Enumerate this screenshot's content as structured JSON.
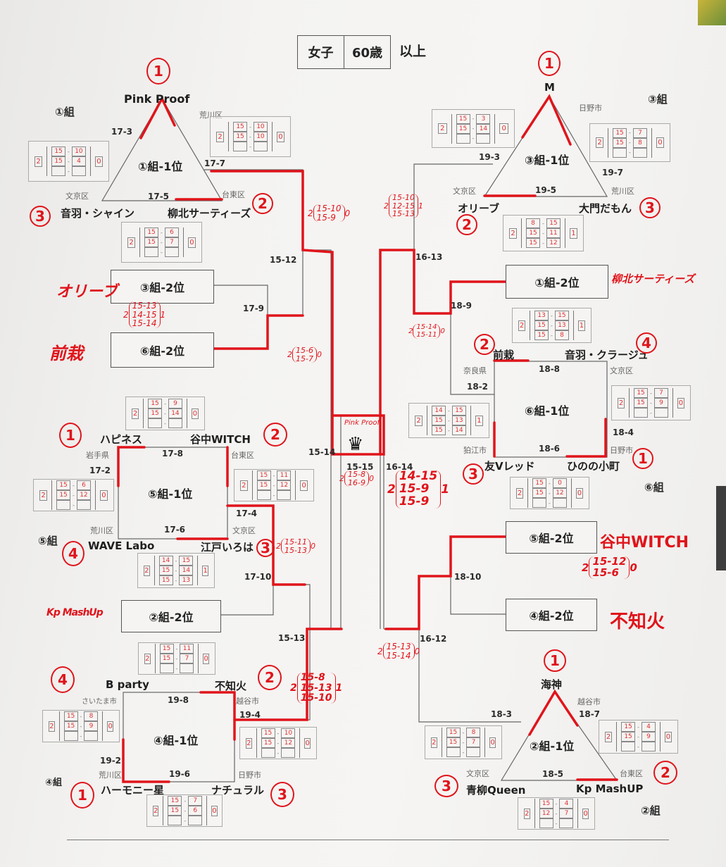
{
  "title": {
    "gender": "女子",
    "age": "60歳",
    "suffix": "以上"
  },
  "groups": {
    "g1": {
      "label": "①組",
      "position": "①組-1位",
      "teams": [
        {
          "name": "Pink  Proof",
          "city": "荒川区",
          "rank": "1"
        },
        {
          "name": "柳北サーティーズ",
          "city": "台東区",
          "rank": "2"
        },
        {
          "name": "音羽・シャイン",
          "city": "文京区",
          "rank": "3"
        }
      ],
      "matches": [
        "17-3",
        "17-7",
        "17-5"
      ],
      "scores": [
        {
          "l": "2",
          "sets": [
            [
              "15",
              "10"
            ],
            [
              "15",
              "4"
            ]
          ],
          "r": "0"
        },
        {
          "l": "2",
          "sets": [
            [
              "15",
              "10"
            ],
            [
              "15",
              "10"
            ]
          ],
          "r": "0"
        },
        {
          "l": "2",
          "sets": [
            [
              "15",
              "6"
            ],
            [
              "15",
              "7"
            ]
          ],
          "r": "0"
        }
      ]
    },
    "g3": {
      "label": "③組",
      "position": "③組-1位",
      "teams": [
        {
          "name": "M",
          "city": "日野市",
          "rank": "1"
        },
        {
          "name": "オリーブ",
          "city": "文京区",
          "rank": "2"
        },
        {
          "name": "大門だもん",
          "city": "荒川区",
          "rank": "3"
        }
      ],
      "matches": [
        "19-3",
        "19-7",
        "19-5"
      ],
      "scores": [
        {
          "l": "2",
          "sets": [
            [
              "15",
              "3"
            ],
            [
              "15",
              "14"
            ]
          ],
          "r": "0"
        },
        {
          "l": "2",
          "sets": [
            [
              "15",
              "7"
            ],
            [
              "15",
              "8"
            ]
          ],
          "r": "0"
        },
        {
          "l": "2",
          "sets": [
            [
              "8",
              "15"
            ],
            [
              "15",
              "11"
            ],
            [
              "15",
              "12"
            ]
          ],
          "r": "1"
        }
      ]
    },
    "g6": {
      "label": "⑥組",
      "position": "⑥組-1位",
      "teams": [
        {
          "name": "前栽",
          "city": "奈良県",
          "rank": "2"
        },
        {
          "name": "音羽・クラージュ",
          "city": "文京区",
          "rank": "4"
        },
        {
          "name": "友Vレッド",
          "city": "狛江市",
          "rank": "3"
        },
        {
          "name": "ひのの小町",
          "city": "日野市",
          "rank": "1"
        }
      ],
      "matches": [
        "18-8",
        "18-2",
        "18-4",
        "18-6"
      ],
      "scores": [
        {
          "l": "2",
          "sets": [
            [
              "13",
              "15"
            ],
            [
              "15",
              "13"
            ],
            [
              "15",
              "8"
            ]
          ],
          "r": "1"
        },
        {
          "l": "2",
          "sets": [
            [
              "15",
              "7"
            ],
            [
              "15",
              "9"
            ]
          ],
          "r": "0"
        },
        {
          "l": "2",
          "sets": [
            [
              "14",
              "15"
            ],
            [
              "15",
              "13"
            ],
            [
              "15",
              "14"
            ]
          ],
          "r": "1"
        },
        {
          "l": "2",
          "sets": [
            [
              "15",
              "0"
            ],
            [
              "15",
              "12"
            ]
          ],
          "r": "0"
        }
      ]
    },
    "g5": {
      "label": "⑤組",
      "position": "⑤組-1位",
      "teams": [
        {
          "name": "ハピネス",
          "city": "岩手県",
          "rank": "1"
        },
        {
          "name": "谷中WITCH",
          "city": "台東区",
          "rank": "2"
        },
        {
          "name": "WAVE Labo",
          "city": "荒川区",
          "rank": "4"
        },
        {
          "name": "江戸いろは",
          "city": "文京区",
          "rank": "3"
        }
      ],
      "matches": [
        "17-8",
        "17-2",
        "17-4",
        "17-6"
      ],
      "scores": [
        {
          "l": "2",
          "sets": [
            [
              "15",
              "9"
            ],
            [
              "15",
              "14"
            ]
          ],
          "r": "0"
        },
        {
          "l": "2",
          "sets": [
            [
              "15",
              "6"
            ],
            [
              "15",
              "12"
            ]
          ],
          "r": "0"
        },
        {
          "l": "2",
          "sets": [
            [
              "15",
              "11"
            ],
            [
              "15",
              "12"
            ]
          ],
          "r": "0"
        },
        {
          "l": "2",
          "sets": [
            [
              "14",
              "15"
            ],
            [
              "15",
              "14"
            ],
            [
              "15",
              "13"
            ]
          ],
          "r": "1"
        }
      ]
    },
    "g4": {
      "label": "④組",
      "position": "④組-1位",
      "teams": [
        {
          "name": "B party",
          "city": "さいたま市",
          "rank": "4"
        },
        {
          "name": "不知火",
          "city": "越谷市",
          "rank": "2"
        },
        {
          "name": "ハーモニー星",
          "city": "荒川区",
          "rank": "1"
        },
        {
          "name": "ナチュラル",
          "city": "日野市",
          "rank": "3"
        }
      ],
      "matches": [
        "19-8",
        "19-4",
        "19-2",
        "19-6"
      ],
      "scores": [
        {
          "l": "2",
          "sets": [
            [
              "15",
              "11"
            ],
            [
              "15",
              "7"
            ]
          ],
          "r": "0"
        },
        {
          "l": "2",
          "sets": [
            [
              "15",
              "8"
            ],
            [
              "15",
              "9"
            ]
          ],
          "r": "0"
        },
        {
          "l": "2",
          "sets": [
            [
              "15",
              "10"
            ],
            [
              "15",
              "12"
            ]
          ],
          "r": "0"
        },
        {
          "l": "2",
          "sets": [
            [
              "15",
              "7"
            ],
            [
              "15",
              "6"
            ]
          ],
          "r": "0"
        }
      ]
    },
    "g2": {
      "label": "②組",
      "position": "②組-1位",
      "teams": [
        {
          "name": "海神",
          "city": "越谷市",
          "rank": "1"
        },
        {
          "name": "Kp MashUP",
          "city": "台東区",
          "rank": "2"
        },
        {
          "name": "青柳Queen",
          "city": "文京区",
          "rank": "3"
        }
      ],
      "matches": [
        "18-3",
        "18-7",
        "18-5"
      ],
      "scores": [
        {
          "l": "2",
          "sets": [
            [
              "15",
              "8"
            ],
            [
              "15",
              "7"
            ]
          ],
          "r": "0"
        },
        {
          "l": "2",
          "sets": [
            [
              "15",
              "4"
            ],
            [
              "15",
              "9"
            ]
          ],
          "r": "0"
        },
        {
          "l": "2",
          "sets": [
            [
              "15",
              "4"
            ],
            [
              "12",
              "7"
            ]
          ],
          "r": "0"
        }
      ]
    }
  },
  "bracket": {
    "slots": {
      "g3_2": "③組-2位",
      "g6_2": "⑥組-2位",
      "g2_2": "②組-2位",
      "g1_2": "①組-2位",
      "g5_2": "⑤組-2位",
      "g4_2": "④組-2位"
    },
    "matches": {
      "m1512": "15-12",
      "m179": "17-9",
      "m1710": "17-10",
      "m1513": "15-13",
      "m1514": "15-14",
      "m1515": "15-15",
      "m1614": "16-14",
      "m1613": "16-13",
      "m189": "18-9",
      "m1810": "18-10",
      "m1612": "16-12"
    }
  },
  "handwritten": {
    "slot_g3_2": "オリーブ",
    "slot_g6_2": "前栽",
    "slot_g2_2": "Kp MashUp",
    "slot_g1_2": "柳北サーティーズ",
    "slot_g5_2": "谷中WITCH",
    "slot_g4_2": "不知火",
    "champion": "Pink Proof",
    "s1": {
      "pre": "2",
      "sets": [
        "15-10",
        "15-9"
      ],
      "post": "0"
    },
    "s2": {
      "pre": "2",
      "sets": [
        "15-10",
        "12-15",
        "15-13"
      ],
      "post": "1"
    },
    "s3": {
      "pre": "2",
      "sets": [
        "15-13",
        "14-15",
        "15-14"
      ],
      "post": "1"
    },
    "s4": {
      "pre": "2",
      "sets": [
        "15-6",
        "15-7"
      ],
      "post": "0"
    },
    "s5": {
      "pre": "2",
      "sets": [
        "15-14",
        "15-11"
      ],
      "post": "0"
    },
    "s6": {
      "pre": "2",
      "sets": [
        "15-8",
        "16-9"
      ],
      "post": "0"
    },
    "s7": {
      "pre": "2",
      "sets": [
        "14-15",
        "15-9",
        "15-9"
      ],
      "post": "1"
    },
    "s8": {
      "pre": "2",
      "sets": [
        "15-11",
        "15-13"
      ],
      "post": "0"
    },
    "s9": {
      "pre": "2",
      "sets": [
        "15-8",
        "15-13",
        "15-10"
      ],
      "post": "1"
    },
    "s10": {
      "pre": "2",
      "sets": [
        "15-12",
        "15-6"
      ],
      "post": "0"
    },
    "s11": {
      "pre": "2",
      "sets": [
        "15-13",
        "15-14"
      ],
      "post": "0"
    }
  },
  "colors": {
    "pen_red": "#e0141b",
    "ink": "#222222",
    "paper": "#f4f3f1"
  }
}
